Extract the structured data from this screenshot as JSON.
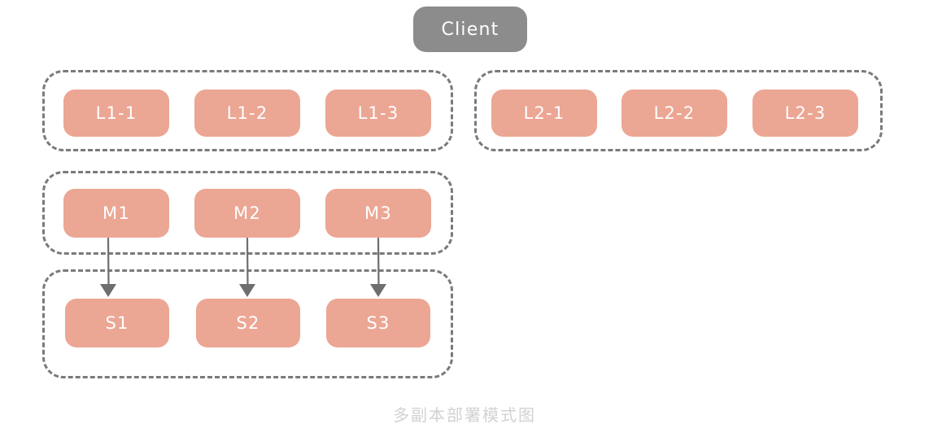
{
  "diagram": {
    "caption": "多副本部署模式图",
    "colors": {
      "node_salmon": "#eca694",
      "node_gray": "#8c8c8c",
      "group_border": "#7a7a7a",
      "arrow": "#6e6e6e",
      "node_text": "#ffffff",
      "caption_text": "#d2d2d2",
      "background": "#ffffff"
    },
    "client": {
      "label": "Client"
    },
    "groups": [
      {
        "id": "group-l1",
        "name": "l1-group",
        "nodes": [
          {
            "id": "l1-1",
            "label": "L1-1"
          },
          {
            "id": "l1-2",
            "label": "L1-2"
          },
          {
            "id": "l1-3",
            "label": "L1-3"
          }
        ]
      },
      {
        "id": "group-l2",
        "name": "l2-group",
        "nodes": [
          {
            "id": "l2-1",
            "label": "L2-1"
          },
          {
            "id": "l2-2",
            "label": "L2-2"
          },
          {
            "id": "l2-3",
            "label": "L2-3"
          }
        ]
      },
      {
        "id": "group-m",
        "name": "master-group",
        "nodes": [
          {
            "id": "m1",
            "label": "M1"
          },
          {
            "id": "m2",
            "label": "M2"
          },
          {
            "id": "m3",
            "label": "M3"
          }
        ]
      },
      {
        "id": "group-s",
        "name": "slave-group",
        "nodes": [
          {
            "id": "s1",
            "label": "S1"
          },
          {
            "id": "s2",
            "label": "S2"
          },
          {
            "id": "s3",
            "label": "S3"
          }
        ]
      }
    ],
    "connections": [
      {
        "from": "m1",
        "to": "s1"
      },
      {
        "from": "m2",
        "to": "s2"
      },
      {
        "from": "m3",
        "to": "s3"
      }
    ]
  }
}
